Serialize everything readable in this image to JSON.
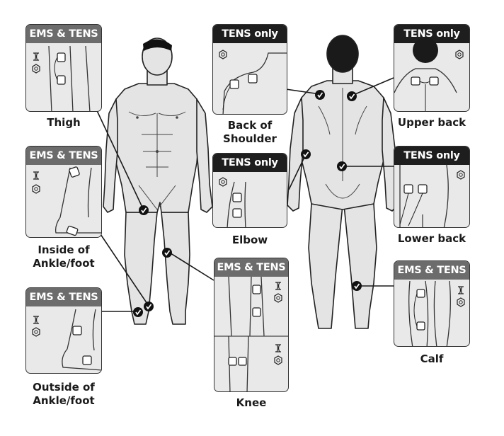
{
  "badges": {
    "ems_tens": "EMS & TENS",
    "tens_only": "TENS only"
  },
  "labels": {
    "thigh": "Thigh",
    "inside_ankle_line1": "Inside of",
    "inside_ankle_line2": "Ankle/foot",
    "outside_ankle_line1": "Outside of",
    "outside_ankle_line2": "Ankle/foot",
    "back_shoulder_line1": "Back of",
    "back_shoulder_line2": "Shoulder",
    "elbow": "Elbow",
    "knee": "Knee",
    "upper_back": "Upper back",
    "lower_back": "Lower back",
    "calf": "Calf"
  },
  "icons": {
    "ems_mode": "muscle-icon",
    "tens_mode": "nerve-icon"
  },
  "colors": {
    "ems_tens_badge": "#6c6c6c",
    "tens_only_badge": "#1e1e1e",
    "body_fill": "#e4e4e4",
    "outline": "#222222"
  }
}
